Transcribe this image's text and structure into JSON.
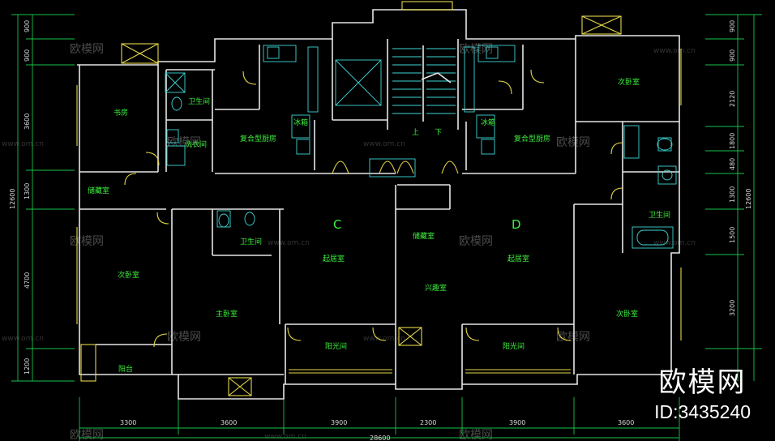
{
  "rooms": {
    "study": "书房",
    "bath_top": "卫生间",
    "laundry": "洗衣间",
    "storage_left": "储藏室",
    "secondary_left": "次卧室",
    "master": "主卧室",
    "bath_master": "卫生间",
    "balcony_left": "阳台",
    "kitchen_left": "复合型厨房",
    "fridge_left": "冰箱",
    "living_c": "起居室",
    "sun_c": "阳光间",
    "storage_d": "储藏室",
    "hobby": "兴趣室",
    "kitchen_right": "复合型厨房",
    "fridge_right": "冰箱",
    "living_d": "起居室",
    "sun_d": "阳光间",
    "secondary_right_top": "次卧室",
    "bath_right": "卫生间",
    "secondary_right_bottom": "次卧室"
  },
  "units": {
    "c": "C",
    "d": "D"
  },
  "stairs": {
    "up": "上",
    "down": "下"
  },
  "dims": {
    "left": [
      "900",
      "900",
      "3600",
      "1300",
      "4700",
      "1200"
    ],
    "left_total": "12600",
    "right": [
      "900",
      "900",
      "2120",
      "1800",
      "480",
      "1300",
      "1500",
      "3200"
    ],
    "right_total": "12600",
    "bottom": [
      "3300",
      "3600",
      "3900",
      "2300",
      "3900",
      "3600"
    ],
    "bottom_total": "28600"
  },
  "watermark": {
    "text": "欧模网",
    "url": "www.om.cn"
  },
  "brand": {
    "name": "欧模网",
    "id": "ID:3435240"
  }
}
